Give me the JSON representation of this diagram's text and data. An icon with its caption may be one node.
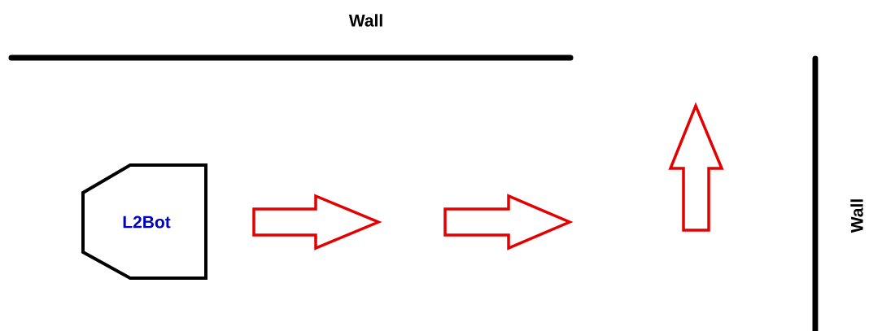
{
  "diagram": {
    "nodes": [
      {
        "text": [
          "L2Bot"
        ]
      }
    ],
    "labels": [
      "Wall",
      "Wall"
    ]
  }
}
